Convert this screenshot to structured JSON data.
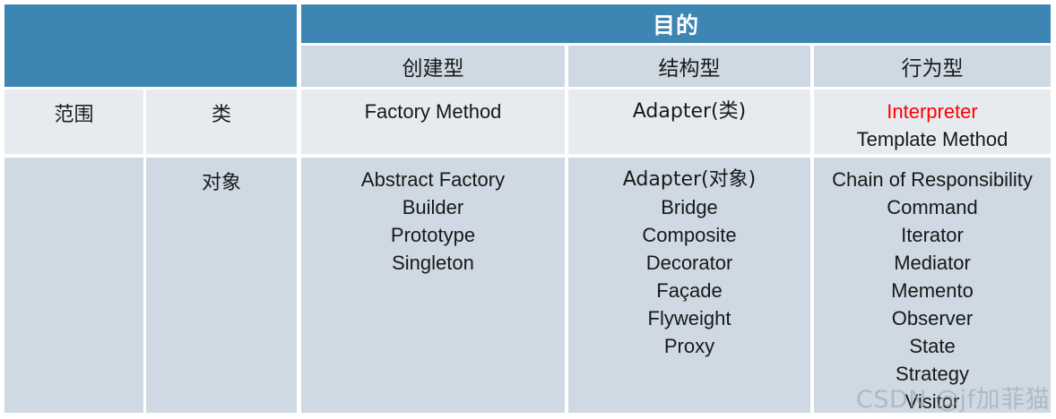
{
  "table": {
    "corner_blank": "",
    "purpose_header": "目的",
    "sub_headers": [
      "创建型",
      "结构型",
      "行为型"
    ],
    "scope_label": "范围",
    "row_labels": [
      "类",
      "对象"
    ],
    "rows": [
      {
        "label": "类",
        "creational": [
          "Factory Method"
        ],
        "structural": [
          "Adapter(类)"
        ],
        "behavioral": [
          {
            "text": "Interpreter",
            "color": "#ff0000"
          },
          {
            "text": "Template Method",
            "color": "#181818"
          }
        ]
      },
      {
        "label": "对象",
        "creational": [
          "Abstract Factory",
          "Builder",
          "Prototype",
          "Singleton"
        ],
        "structural": [
          "Adapter(对象)",
          "Bridge",
          "Composite",
          "Decorator",
          "Façade",
          "Flyweight",
          "Proxy"
        ],
        "behavioral": [
          {
            "text": "Chain of Responsibility",
            "color": "#181818"
          },
          {
            "text": "Command",
            "color": "#181818"
          },
          {
            "text": "Iterator",
            "color": "#181818"
          },
          {
            "text": "Mediator",
            "color": "#181818"
          },
          {
            "text": "Memento",
            "color": "#181818"
          },
          {
            "text": "Observer",
            "color": "#181818"
          },
          {
            "text": "State",
            "color": "#181818"
          },
          {
            "text": "Strategy",
            "color": "#181818"
          },
          {
            "text": "Visitor",
            "color": "#181818"
          }
        ]
      }
    ]
  },
  "watermark": {
    "text": "CSDN @jf加菲猫"
  },
  "colors": {
    "header_blue": "#3d86b4",
    "subheader_gray": "#ced9e3",
    "row_light": "#e7ebef",
    "row_band": "#ced9e3",
    "highlight_red": "#ff0000",
    "page_background": "#ffffff"
  },
  "cells": {
    "r1_creational": "Factory Method",
    "r1_structural": "Adapter(类)"
  }
}
